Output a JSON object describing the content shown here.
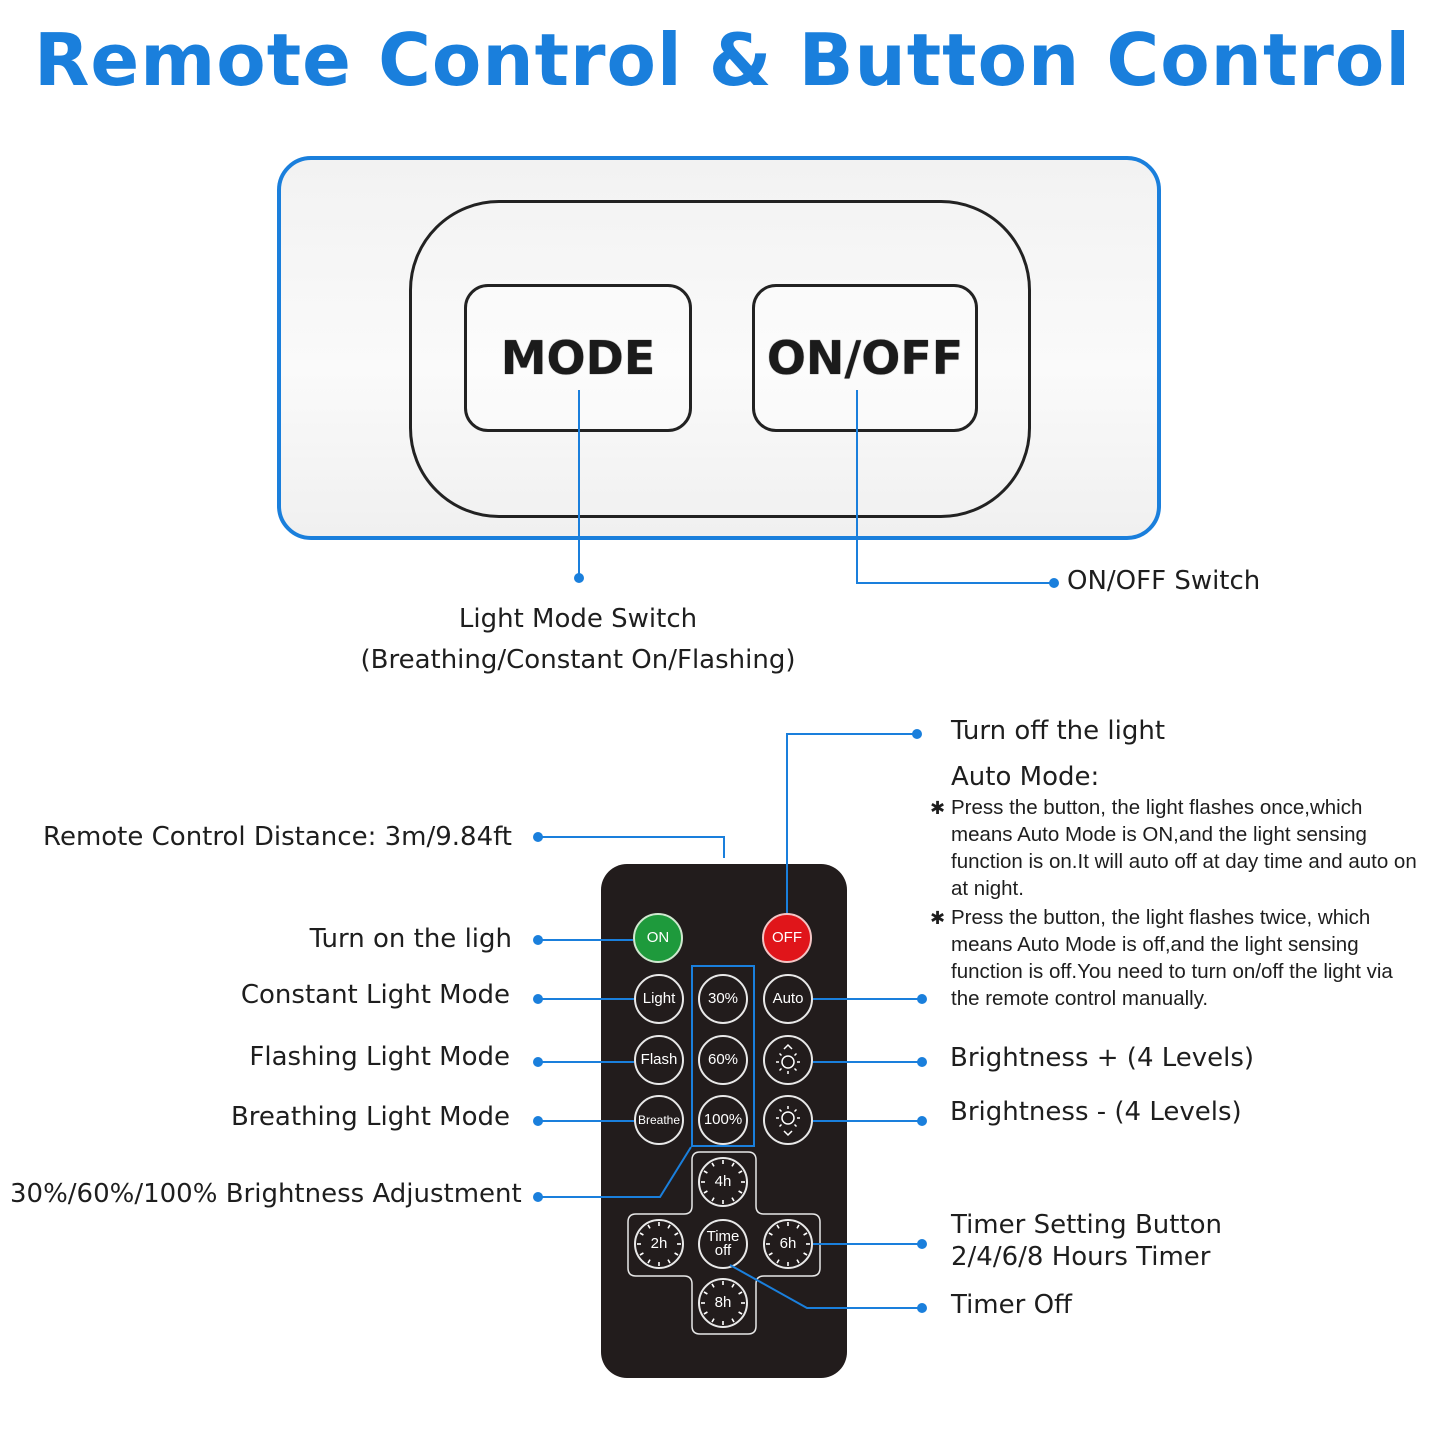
{
  "title": "Remote Control & Button Control",
  "colors": {
    "accent": "#1a7fdc",
    "remote_body": "#221c1c",
    "on_button": "#1e9a3c",
    "off_button": "#e0151a"
  },
  "panel": {
    "mode_button": "MODE",
    "onoff_button": "ON/OFF",
    "mode_caption_line1": "Light Mode Switch",
    "mode_caption_line2": "(Breathing/Constant On/Flashing)",
    "onoff_caption": "ON/OFF Switch"
  },
  "left_labels": {
    "distance": "Remote Control Distance: 3m/9.84ft",
    "turn_on": "Turn on the ligh",
    "constant": "Constant Light Mode",
    "flashing": "Flashing Light Mode",
    "breathing": "Breathing Light Mode",
    "brightness_adj": "30%/60%/100% Brightness Adjustment"
  },
  "right_labels": {
    "turn_off": "Turn off the light",
    "auto_title": "Auto Mode:",
    "auto_note_1": "Press the button, the light flashes once,which means Auto Mode is ON,and the light sensing function is on.It will auto off at day time and auto on at night.",
    "auto_note_2": "Press the button, the light flashes twice, which means Auto Mode is off,and the light sensing function is off.You need to turn on/off the light via the remote control manually.",
    "bright_plus": "Brightness + (4 Levels)",
    "bright_minus": "Brightness - (4 Levels)",
    "timer_line1": "Timer Setting Button",
    "timer_line2": "2/4/6/8 Hours Timer",
    "timer_off": "Timer Off"
  },
  "remote": {
    "on": "ON",
    "off": "OFF",
    "light": "Light",
    "flash": "Flash",
    "breathe": "Breathe",
    "auto": "Auto",
    "p30": "30%",
    "p60": "60%",
    "p100": "100%",
    "t4": "4h",
    "t2": "2h",
    "t6": "6h",
    "t8": "8h",
    "time_off_1": "Time",
    "time_off_2": "off",
    "icons": {
      "bright_up": "sun-up-icon",
      "bright_down": "sun-down-icon"
    }
  }
}
